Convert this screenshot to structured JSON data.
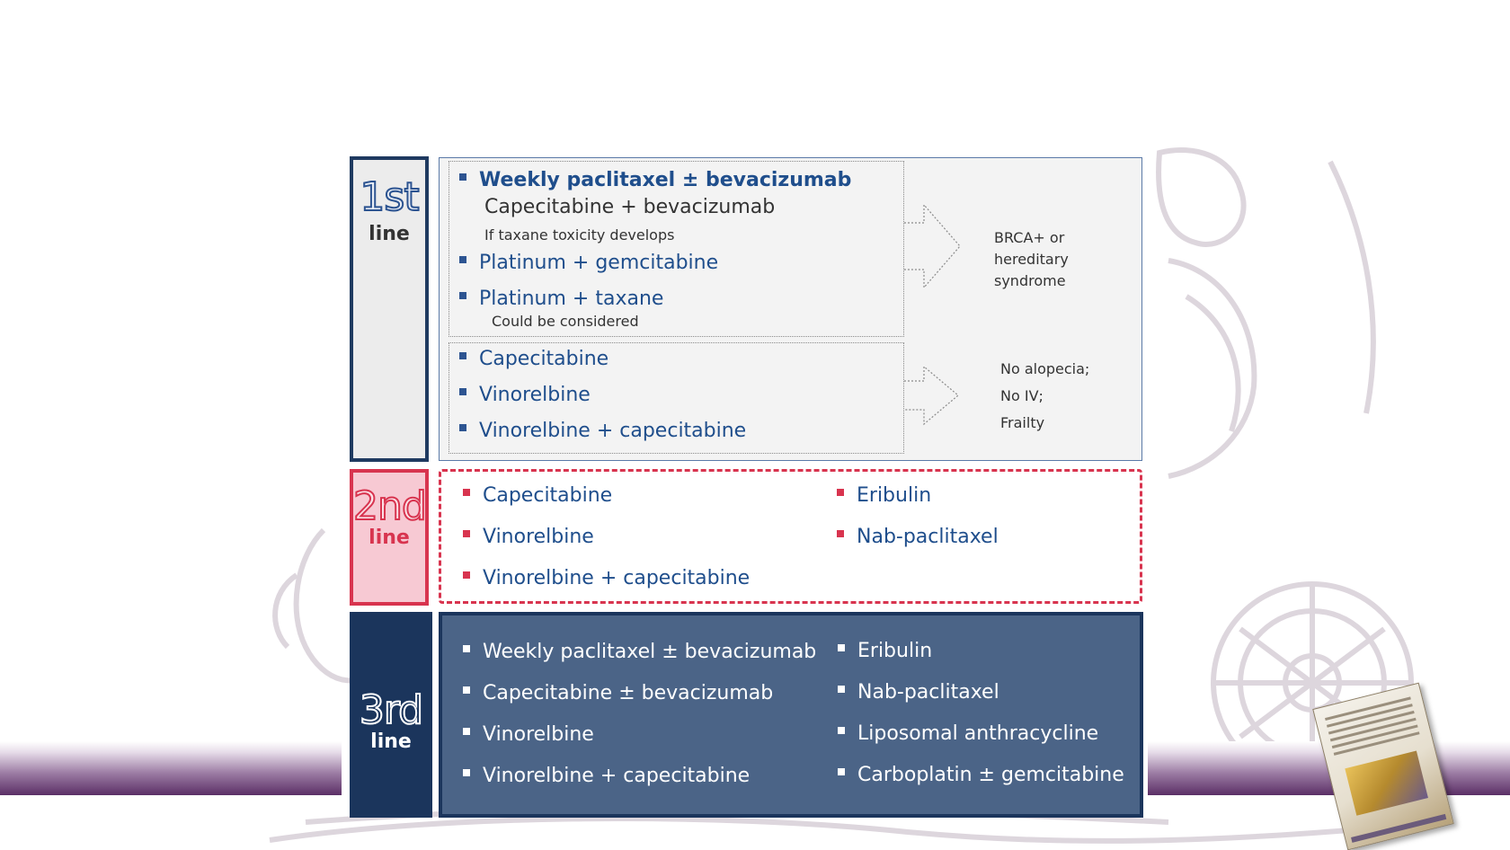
{
  "rows": {
    "first": {
      "label_num": "1st",
      "label_word": "line",
      "group_a": {
        "item1": "Weekly paclitaxel  ± bevacizumab",
        "item1_sub": "Capecitabine + bevacizumab",
        "note1": "If taxane toxicity develops",
        "item2": "Platinum + gemcitabine",
        "item3": "Platinum + taxane",
        "note2": "Could be considered"
      },
      "group_a_condition": [
        "BRCA+ or",
        "hereditary",
        "syndrome"
      ],
      "group_b": {
        "items": [
          "Capecitabine",
          "Vinorelbine",
          "Vinorelbine + capecitabine"
        ]
      },
      "group_b_condition": [
        "No alopecia;",
        "No IV;",
        "Frailty"
      ]
    },
    "second": {
      "label_num": "2nd",
      "label_word": "line",
      "left_items": [
        "Capecitabine",
        "Vinorelbine",
        "Vinorelbine + capecitabine"
      ],
      "right_items": [
        "Eribulin",
        "Nab-paclitaxel"
      ]
    },
    "third": {
      "label_num": "3rd",
      "label_word": "line",
      "left_items": [
        "Weekly paclitaxel ± bevacizumab",
        "Capecitabine ± bevacizumab",
        "Vinorelbine",
        "Vinorelbine + capecitabine"
      ],
      "right_items": [
        "Eribulin",
        "Nab-paclitaxel",
        "Liposomal anthracycline",
        "Carboplatin ± gemcitabine"
      ]
    }
  },
  "colors": {
    "navy": "#1b355c",
    "blue_text": "#1f4e8c",
    "crimson": "#d8344f",
    "pink_fill": "#f7c9d3",
    "slate_panel": "#4b6487",
    "purple_band": "#5b2f66"
  }
}
